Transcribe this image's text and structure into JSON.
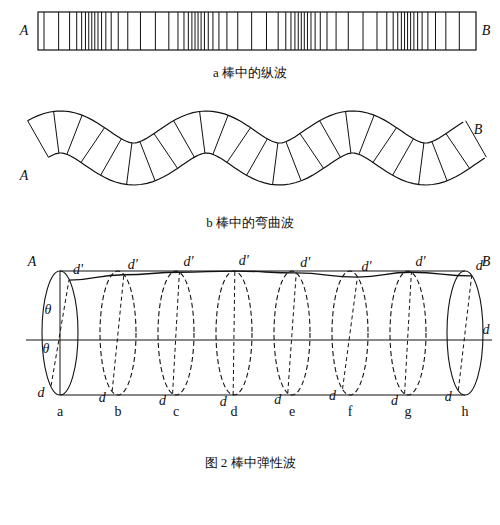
{
  "diagram": {
    "caption": "图 2 棒中弹性波",
    "labels": [
      "A",
      "B",
      "a 棒中的纵波",
      "A",
      "B",
      "b 棒中的弯曲波",
      "A",
      "B",
      "θ",
      "θ",
      "d'",
      "d",
      "d'",
      "d",
      "d'",
      "d",
      "d'",
      "d",
      "d'",
      "d",
      "d'",
      "d",
      "d'",
      "d",
      "d'",
      "d",
      "d",
      "a",
      "b",
      "c",
      "d",
      "e",
      "f",
      "g",
      "h"
    ]
  }
}
